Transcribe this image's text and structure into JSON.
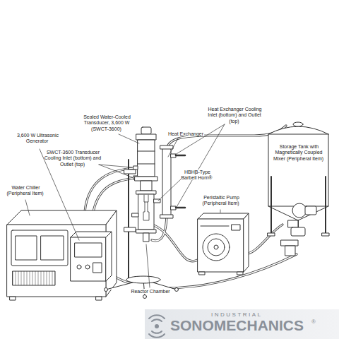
{
  "diagram": {
    "labels": [
      "3,600 W Ultrasonic Generator",
      "Sealed Water-Cooled Transducer, 3,600 W (SWCT-3600)",
      "Heat Exchanger Cooling Inlet (bottom) and Outlet (top)",
      "Heat Exchanger",
      "Storage Tank with Magnetically Coupled Mixer (Peripheral Item)",
      "SWCT-3600 Transducer Cooling Inlet (bottom) and Outlet (top)",
      "Water Chiller (Peripheral Item)",
      "HBHB-Type Barbell Horn®",
      "Peristaltic Pump (Peripheral Item)",
      "Reactor Chamber",
      "INDUSTRIAL",
      "SONOMECHANICS",
      "®"
    ]
  }
}
